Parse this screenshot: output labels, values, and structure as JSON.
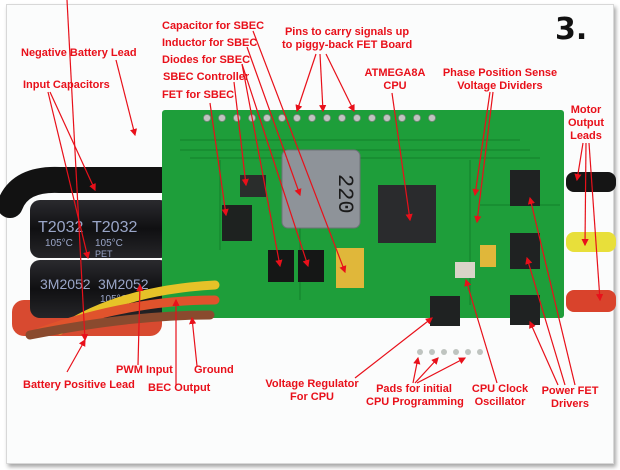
{
  "figure": {
    "number": "3.",
    "label_color": "#e8101a",
    "board_color": "#1e9e3a"
  },
  "labels": {
    "negative_battery_lead": "Negative Battery Lead",
    "input_capacitors": "Input Capacitors",
    "capacitor_sbec": "Capacitor for SBEC",
    "inductor_sbec": "Inductor for SBEC",
    "diodes_sbec": "Diodes for SBEC",
    "sbec_controller": "SBEC Controller",
    "fet_sbec": "FET for SBEC",
    "pins_line1": "Pins to carry signals up",
    "pins_line2": "to piggy-back FET Board",
    "atmega_line1": "ATMEGA8A",
    "atmega_line2": "CPU",
    "phase_line1": "Phase Position Sense",
    "phase_line2": "Voltage Dividers",
    "motor_line1": "Motor",
    "motor_line2": "Output",
    "motor_line3": "Leads",
    "battery_positive_lead": "Battery Positive Lead",
    "pwm_input": "PWM Input",
    "bec_output": "BEC Output",
    "ground": "Ground",
    "vreg_line1": "Voltage Regulator",
    "vreg_line2": "For CPU",
    "pads_line1": "Pads for initial",
    "pads_line2": "CPU Programming",
    "clock_line1": "CPU Clock",
    "clock_line2": "Oscillator",
    "fetdrv_line1": "Power FET",
    "fetdrv_line2": "Drivers"
  },
  "component_markings": {
    "cap_top": "T2032",
    "cap_bottom": "3M2052",
    "cap_temp": "105°C",
    "cap_brand": "PET",
    "inductor": "220"
  }
}
